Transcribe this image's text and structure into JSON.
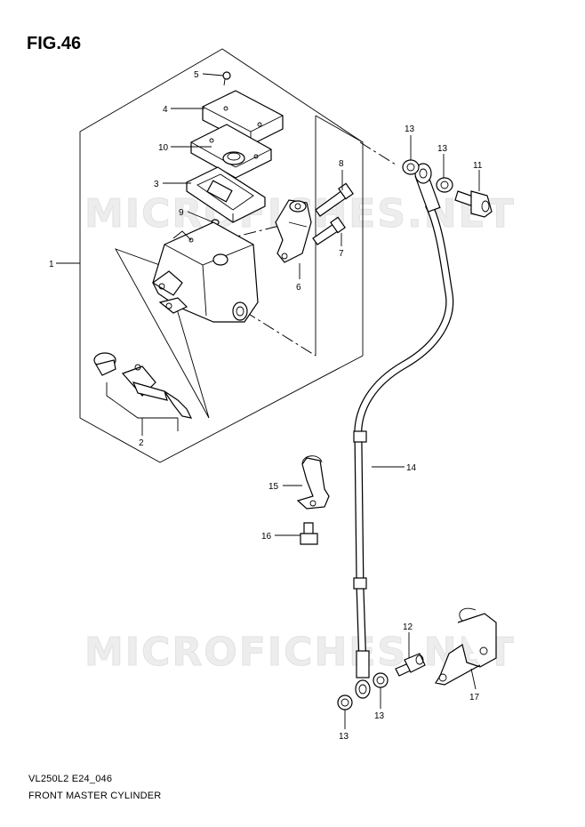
{
  "figure": {
    "title": "FIG.46",
    "model_code": "VL250L2 E24_046",
    "diagram_name": "FRONT MASTER CYLINDER"
  },
  "watermark": "MICROFICHES.NET",
  "callouts": {
    "p1": "1",
    "p2": "2",
    "p3": "3",
    "p4": "4",
    "p5": "5",
    "p6": "6",
    "p7": "7",
    "p8": "8",
    "p9": "9",
    "p10": "10",
    "p11": "11",
    "p12": "12",
    "p13a": "13",
    "p13b": "13",
    "p13c": "13",
    "p13d": "13",
    "p14": "14",
    "p15": "15",
    "p16": "16",
    "p17": "17"
  }
}
